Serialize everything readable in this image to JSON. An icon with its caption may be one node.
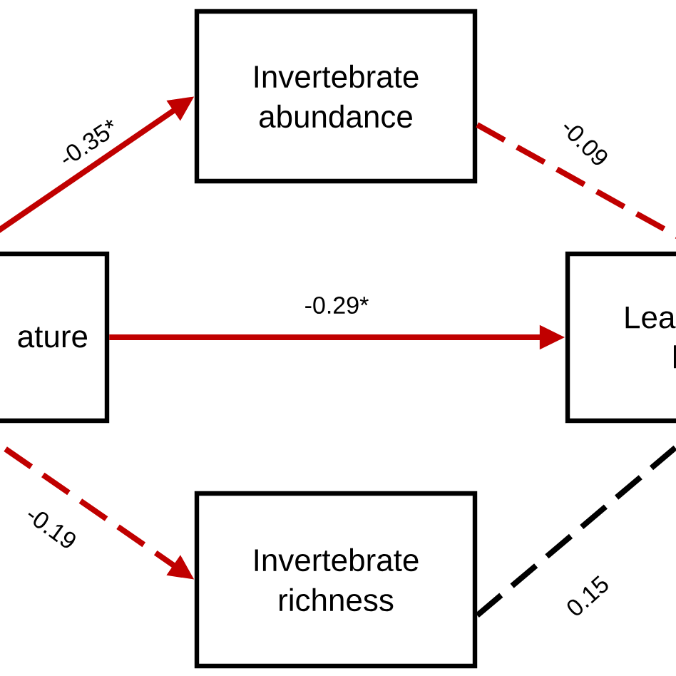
{
  "diagram": {
    "nodes": [
      {
        "text": [
          "ature"
        ]
      },
      {
        "text": [
          "Invertebrate abundance"
        ]
      },
      {
        "text": [
          "Invertebrate richness"
        ]
      },
      {
        "text": [
          "Lea",
          "l"
        ]
      }
    ],
    "edges": [
      {
        "from": 0,
        "to": 1,
        "arrow": "to",
        "label": "-0.35*"
      },
      {
        "from": 1,
        "to": 3,
        "arrow": "none",
        "label": "-0.09",
        "style": "dashed"
      },
      {
        "from": 0,
        "to": 3,
        "arrow": "to",
        "label": "-0.29*"
      },
      {
        "from": 0,
        "to": 2,
        "arrow": "to",
        "label": "-0.19",
        "style": "dashed"
      },
      {
        "from": 2,
        "to": 3,
        "arrow": "none",
        "label": "0.15",
        "style": "dashed",
        "color": "#000000"
      }
    ]
  }
}
